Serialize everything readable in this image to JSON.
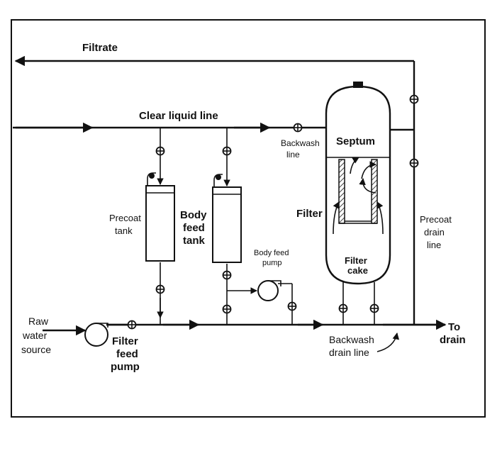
{
  "diagram": {
    "labels": {
      "filtrate": "Filtrate",
      "clear_liquid_line": "Clear liquid line",
      "backwash_line_1": "Backwash",
      "backwash_line_2": "line",
      "septum": "Septum",
      "filter": "Filter",
      "filter_cake_1": "Filter",
      "filter_cake_2": "cake",
      "precoat_tank_1": "Precoat",
      "precoat_tank_2": "tank",
      "body_feed_tank_1": "Body",
      "body_feed_tank_2": "feed",
      "body_feed_tank_3": "tank",
      "body_feed_pump_1": "Body feed",
      "body_feed_pump_2": "pump",
      "precoat_drain_line_1": "Precoat",
      "precoat_drain_line_2": "drain",
      "precoat_drain_line_3": "line",
      "raw_water_source_1": "Raw",
      "raw_water_source_2": "water",
      "raw_water_source_3": "source",
      "filter_feed_pump_1": "Filter",
      "filter_feed_pump_2": "feed",
      "filter_feed_pump_3": "pump",
      "backwash_drain_line_1": "Backwash",
      "backwash_drain_line_2": "drain line",
      "to_drain_1": "To",
      "to_drain_2": "drain"
    }
  }
}
